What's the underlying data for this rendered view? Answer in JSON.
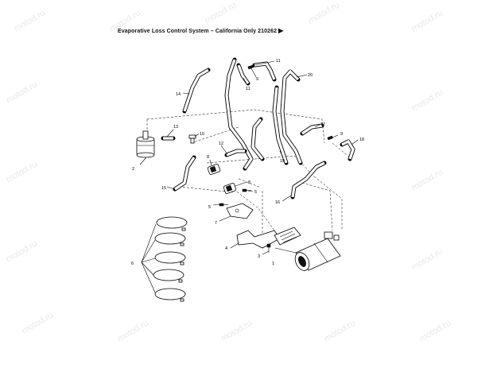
{
  "title": {
    "text": "Evaporative Loss Control System – California Only 210262",
    "arrow": "▶"
  },
  "watermark": "motod.ru",
  "callouts": [
    "1",
    "2",
    "3",
    "4",
    "5",
    "5",
    "6",
    "7",
    "8",
    "8",
    "9",
    "9",
    "10",
    "11",
    "11",
    "12",
    "13",
    "14",
    "15",
    "16",
    "17",
    "18",
    "19",
    "20"
  ]
}
